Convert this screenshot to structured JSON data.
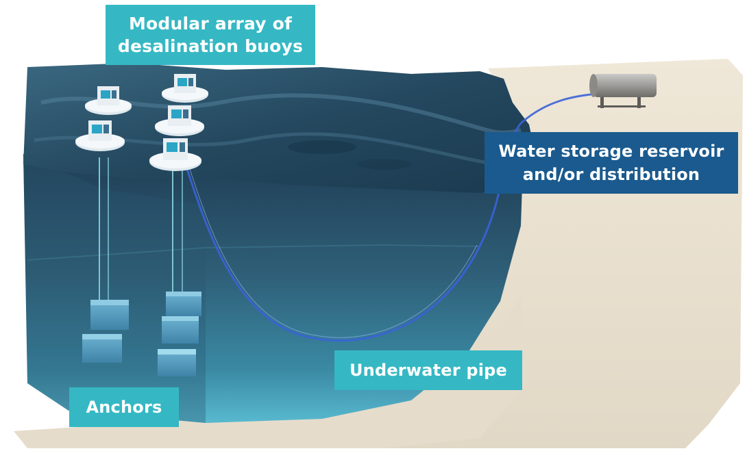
{
  "colors": {
    "label_teal": "#35b8c4",
    "label_navy": "#1a5a8e",
    "water_deep": "#1b3f57",
    "water_surface": "#2f5d77",
    "sand": "#e8dfcf",
    "pipe": "#3a63d8"
  },
  "labels": {
    "buoys_line1": "Modular array of",
    "buoys_line2": "desalination buoys",
    "storage_line1": "Water storage reservoir",
    "storage_line2": "and/or distribution",
    "pipe": "Underwater pipe",
    "anchors": "Anchors"
  },
  "icons": {
    "buoy": "desalination-buoy-icon",
    "tank": "storage-tank-icon",
    "anchor": "anchor-block-icon"
  }
}
